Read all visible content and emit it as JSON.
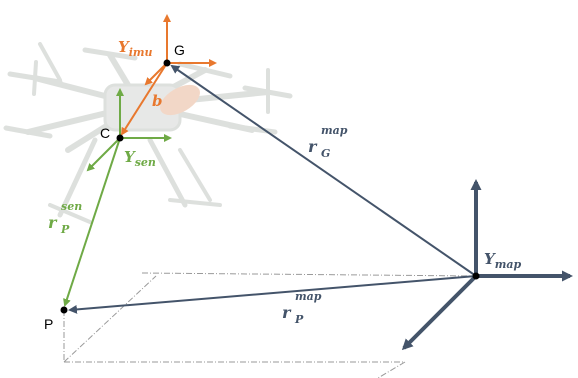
{
  "points": {
    "G": "G",
    "C": "C",
    "P": "P"
  },
  "frames": {
    "imu": {
      "symbol": "Υ",
      "sub": "imu"
    },
    "sen": {
      "symbol": "Υ",
      "sub": "sen"
    },
    "map": {
      "symbol": "Υ",
      "sub": "map"
    }
  },
  "vectors": {
    "b": {
      "label": "b"
    },
    "r_G_map": {
      "base": "r",
      "sub": "G",
      "sup": "map"
    },
    "r_P_sen": {
      "base": "r",
      "sub": "P",
      "sup": "sen"
    },
    "r_P_map": {
      "base": "r",
      "sub": "P",
      "sup": "map"
    }
  },
  "colors": {
    "orange": "#E8782E",
    "green": "#6FAA46",
    "slate": "#44546A",
    "drone": "#c9cdc9",
    "guide": "#9a9a9a"
  }
}
